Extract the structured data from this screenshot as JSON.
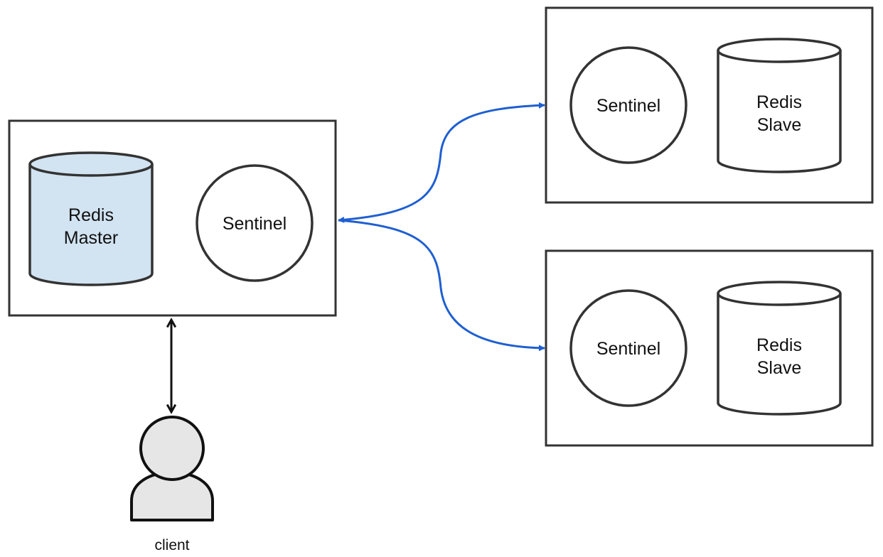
{
  "master_node": {
    "redis_line1": "Redis",
    "redis_line2": "Master",
    "sentinel_label": "Sentinel",
    "db_fill": "#d2e3f1"
  },
  "slave_node_top": {
    "sentinel_label": "Sentinel",
    "redis_line1": "Redis",
    "redis_line2": "Slave"
  },
  "slave_node_bottom": {
    "sentinel_label": "Sentinel",
    "redis_line1": "Redis",
    "redis_line2": "Slave"
  },
  "client": {
    "label": "client",
    "fill": "#e6e6e6"
  },
  "colors": {
    "stroke": "#333333",
    "link": "#1f5fd1"
  }
}
